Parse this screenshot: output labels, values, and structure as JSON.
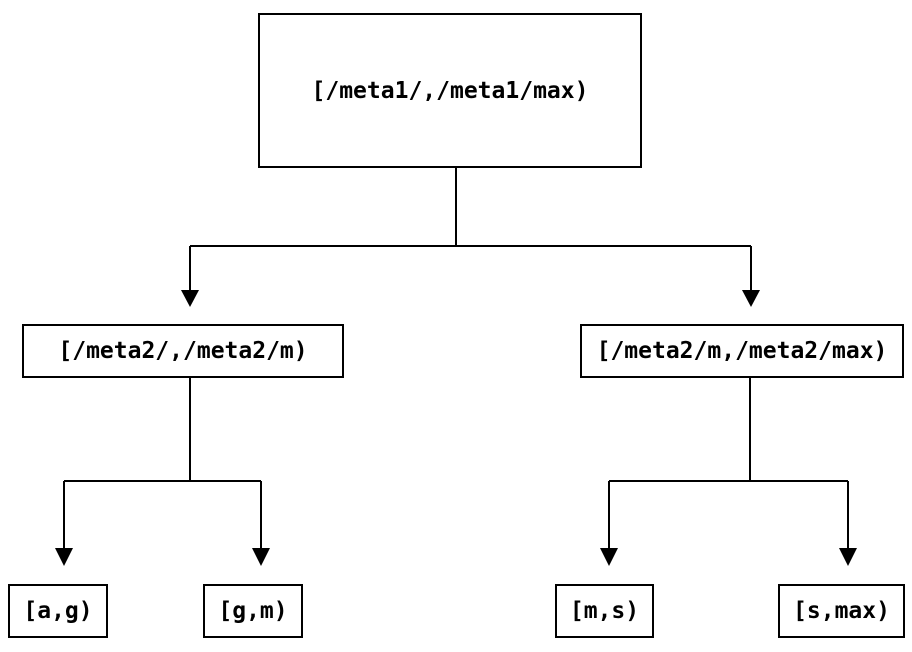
{
  "diagram": {
    "type": "binary-tree",
    "background_color": "#ffffff",
    "line_color": "#000000",
    "nodes": {
      "root": {
        "label": "[/meta1/,/meta1/max)"
      },
      "left_child": {
        "label": "[/meta2/,/meta2/m)"
      },
      "right_child": {
        "label": "[/meta2/m,/meta2/max)"
      },
      "leaf_a_g": {
        "label": "[a,g)"
      },
      "leaf_g_m": {
        "label": "[g,m)"
      },
      "leaf_m_s": {
        "label": "[m,s)"
      },
      "leaf_s_max": {
        "label": "[s,max)"
      }
    },
    "edges": [
      {
        "from": "root",
        "to": "left_child"
      },
      {
        "from": "root",
        "to": "right_child"
      },
      {
        "from": "left_child",
        "to": "leaf_a_g"
      },
      {
        "from": "left_child",
        "to": "leaf_g_m"
      },
      {
        "from": "right_child",
        "to": "leaf_m_s"
      },
      {
        "from": "right_child",
        "to": "leaf_s_max"
      }
    ]
  }
}
